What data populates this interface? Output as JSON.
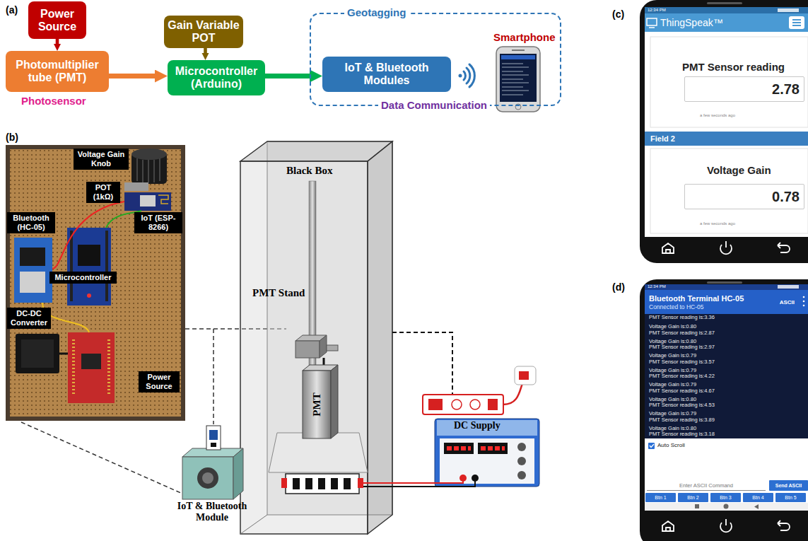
{
  "diagram": {
    "nodes": [
      {
        "text": [
          "Power Source"
        ]
      },
      {
        "text": [
          "Gain Variable POT"
        ]
      },
      {
        "text": [
          "Geotagging",
          "Data Communication"
        ]
      },
      {
        "text": [
          "IoT & Bluetooth Modules"
        ],
        "in": 2
      },
      {
        "text": [
          "Photomultiplier tube (PMT)"
        ]
      },
      {
        "text": [
          "Microcontroller (Arduino)"
        ]
      },
      {
        "text": [
          "ThingSpeak™"
        ]
      },
      {
        "text": [
          "2.78"
        ]
      },
      {
        "text": [
          "Field 2"
        ]
      },
      {
        "text": [
          "0.78"
        ]
      },
      {
        "text": [
          "Voltage Gain Knob"
        ]
      },
      {
        "text": [
          "POT (1kΩ)"
        ]
      },
      {
        "text": [
          "Bluetooth (HC-05)"
        ]
      },
      {
        "text": [
          "IoT (ESP-8266)"
        ]
      },
      {
        "text": [
          "Microcontroller"
        ]
      },
      {
        "text": [
          "DC-DC Converter"
        ]
      },
      {
        "text": [
          "Power Source"
        ]
      },
      {
        "text": [
          "Bluetooth Terminal HC-05",
          "Connected to HC-05",
          "ASCII"
        ]
      },
      {
        "text": [
          "PMT Sensor reading is:3.36",
          "Voltage Gain is:0.80",
          "PMT Sensor reading is:2.87",
          "Voltage Gain is:0.80",
          "PMT Sensor reading is:2.97",
          "Voltage Gain is:0.79",
          "PMT Sensor reading is:3.57",
          "Voltage Gain is:0.79",
          "PMT Sensor reading is:4.22",
          "Voltage Gain is:0.79",
          "PMT Sensor reading is:4.67",
          "Voltage Gain is:0.80",
          "PMT Sensor reading is:4.53",
          "Voltage Gain is:0.79",
          "PMT Sensor reading is:3.89",
          "Voltage Gain is:0.80",
          "PMT Sensor reading is:3.18"
        ]
      },
      {
        "text": [
          "Enter ASCII Command"
        ]
      },
      {
        "text": [
          "Send ASCII"
        ]
      },
      {
        "text": [
          "Btn 1"
        ]
      },
      {
        "text": [
          "Btn 2"
        ]
      },
      {
        "text": [
          "Btn 3"
        ]
      },
      {
        "text": [
          "Btn 4"
        ]
      },
      {
        "text": [
          "Btn 5"
        ]
      }
    ],
    "edges": [
      {
        "from": 0,
        "to": 4,
        "arrow": "to"
      },
      {
        "from": 1,
        "to": 5,
        "arrow": "to"
      },
      {
        "from": 4,
        "to": 5,
        "arrow": "to"
      },
      {
        "from": 5,
        "to": 3,
        "arrow": "to"
      }
    ],
    "labels": [
      "(a)",
      "Photosensor",
      "Smartphone",
      "(c)",
      "12:34 PM",
      "PMT Sensor reading",
      "a few seconds ago",
      "Voltage Gain",
      "a few seconds ago",
      "(b)",
      "Black Box",
      "PMT Stand",
      "PMT",
      "IoT & Bluetooth Module",
      "DC Supply",
      "(d)",
      "12:34 PM",
      "Auto Scroll"
    ]
  }
}
